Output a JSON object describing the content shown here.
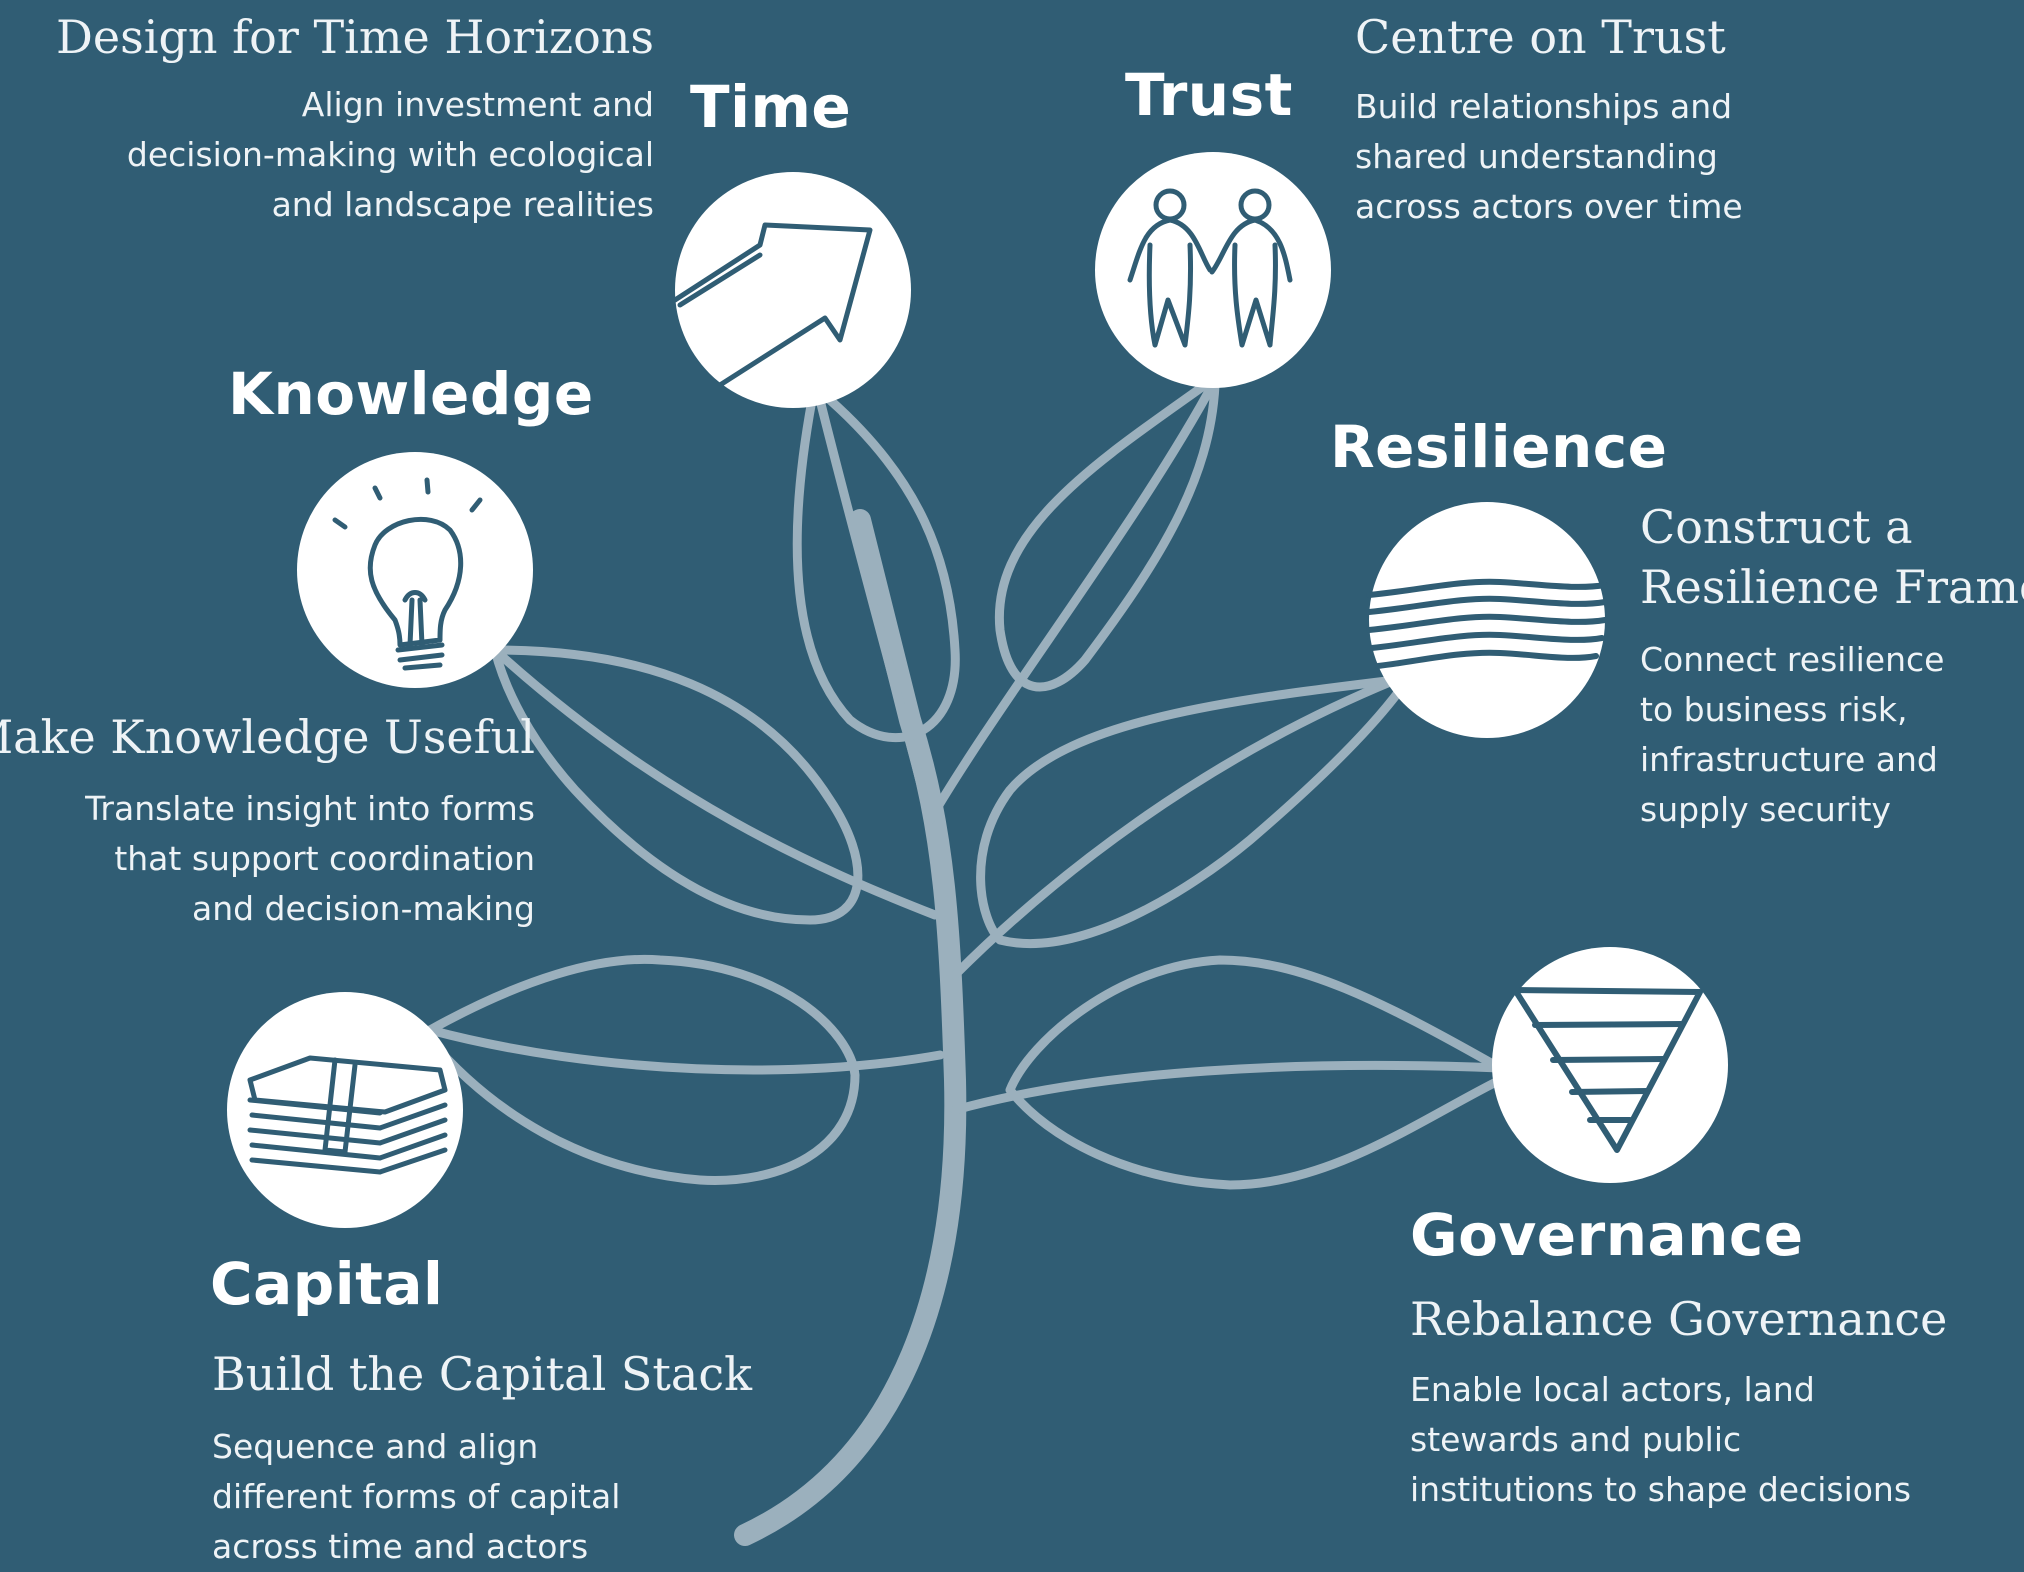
{
  "colors": {
    "background": "#305d74",
    "branch": "#9bb0bd",
    "circle": "#ffffff",
    "icon_stroke": "#305d74"
  },
  "time": {
    "title": "Time",
    "heading": "Design for Time Horizons",
    "description": [
      "Align investment and",
      "decision-making with ecological",
      "and landscape realities"
    ],
    "icon": "arrow-up-right-icon"
  },
  "trust": {
    "title": "Trust",
    "heading": "Centre on Trust",
    "description": [
      "Build relationships and",
      "shared understanding",
      "across actors over time"
    ],
    "icon": "holding-hands-icon"
  },
  "knowledge": {
    "title": "Knowledge",
    "heading": "Make Knowledge Useful",
    "description": [
      "Translate insight into forms",
      "that support coordination",
      "and decision-making"
    ],
    "icon": "lightbulb-icon"
  },
  "resilience": {
    "title": "Resilience",
    "heading": [
      "Construct a",
      "Resilience Frame"
    ],
    "description": [
      "Connect resilience",
      "to business risk,",
      "infrastructure and",
      "supply security"
    ],
    "icon": "waves-icon"
  },
  "capital": {
    "title": "Capital",
    "heading": "Build the Capital Stack",
    "description": [
      "Sequence and align",
      "different forms of capital",
      "across time and actors"
    ],
    "icon": "money-stack-icon"
  },
  "governance": {
    "title": "Governance",
    "heading": "Rebalance Governance",
    "description": [
      "Enable local actors, land",
      "stewards and public",
      "institutions to shape decisions"
    ],
    "icon": "inverted-triangle-icon"
  }
}
